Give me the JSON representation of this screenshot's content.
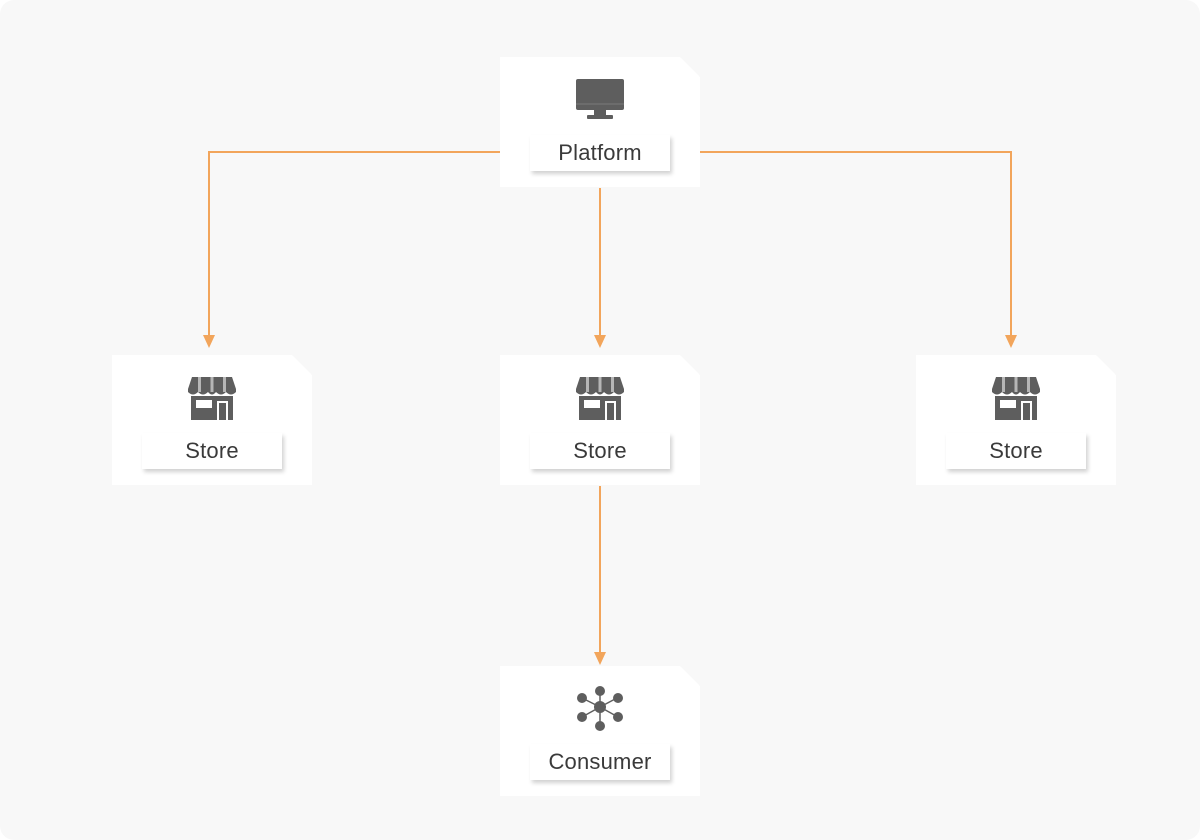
{
  "diagram": {
    "accent_color": "#f2a55b",
    "icon_color": "#5e5e5e",
    "nodes": {
      "platform": {
        "label": "Platform",
        "icon": "monitor-icon"
      },
      "store_left": {
        "label": "Store",
        "icon": "storefront-icon"
      },
      "store_center": {
        "label": "Store",
        "icon": "storefront-icon"
      },
      "store_right": {
        "label": "Store",
        "icon": "storefront-icon"
      },
      "consumer": {
        "label": "Consumer",
        "icon": "network-icon"
      }
    },
    "edges": [
      {
        "from": "platform",
        "to": "store_left"
      },
      {
        "from": "platform",
        "to": "store_center"
      },
      {
        "from": "platform",
        "to": "store_right"
      },
      {
        "from": "store_center",
        "to": "consumer"
      }
    ]
  }
}
